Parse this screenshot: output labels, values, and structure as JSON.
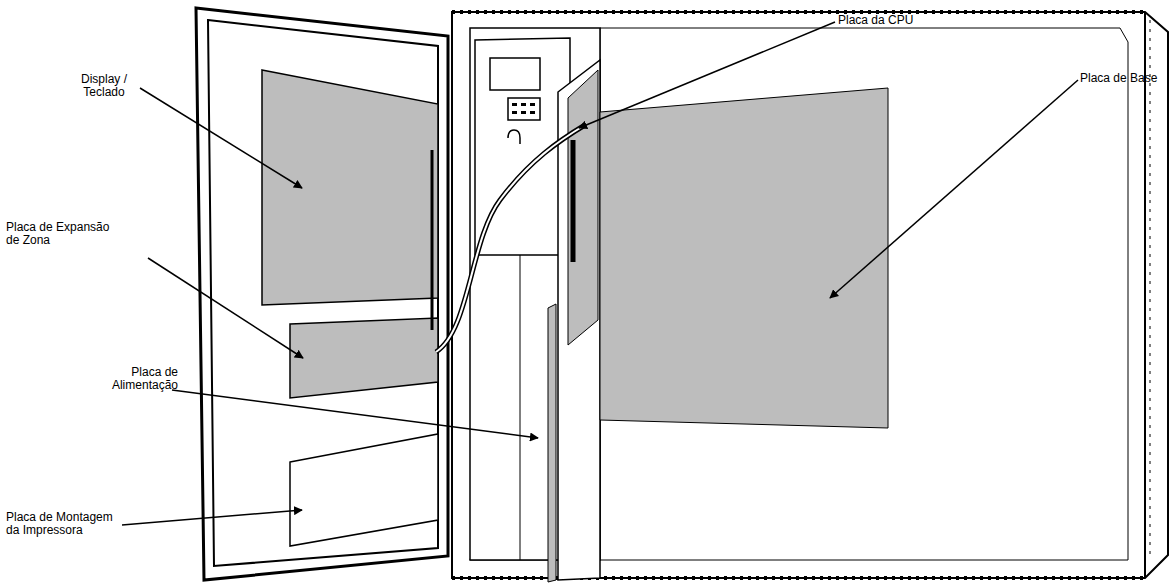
{
  "diagram": {
    "labels": [
      "Display / Teclado",
      "Placa de Expansão de Zona",
      "Placa de Alimentação",
      "Placa de Montagem da Impressora",
      "Placa da CPU",
      "Placa de Base"
    ]
  }
}
